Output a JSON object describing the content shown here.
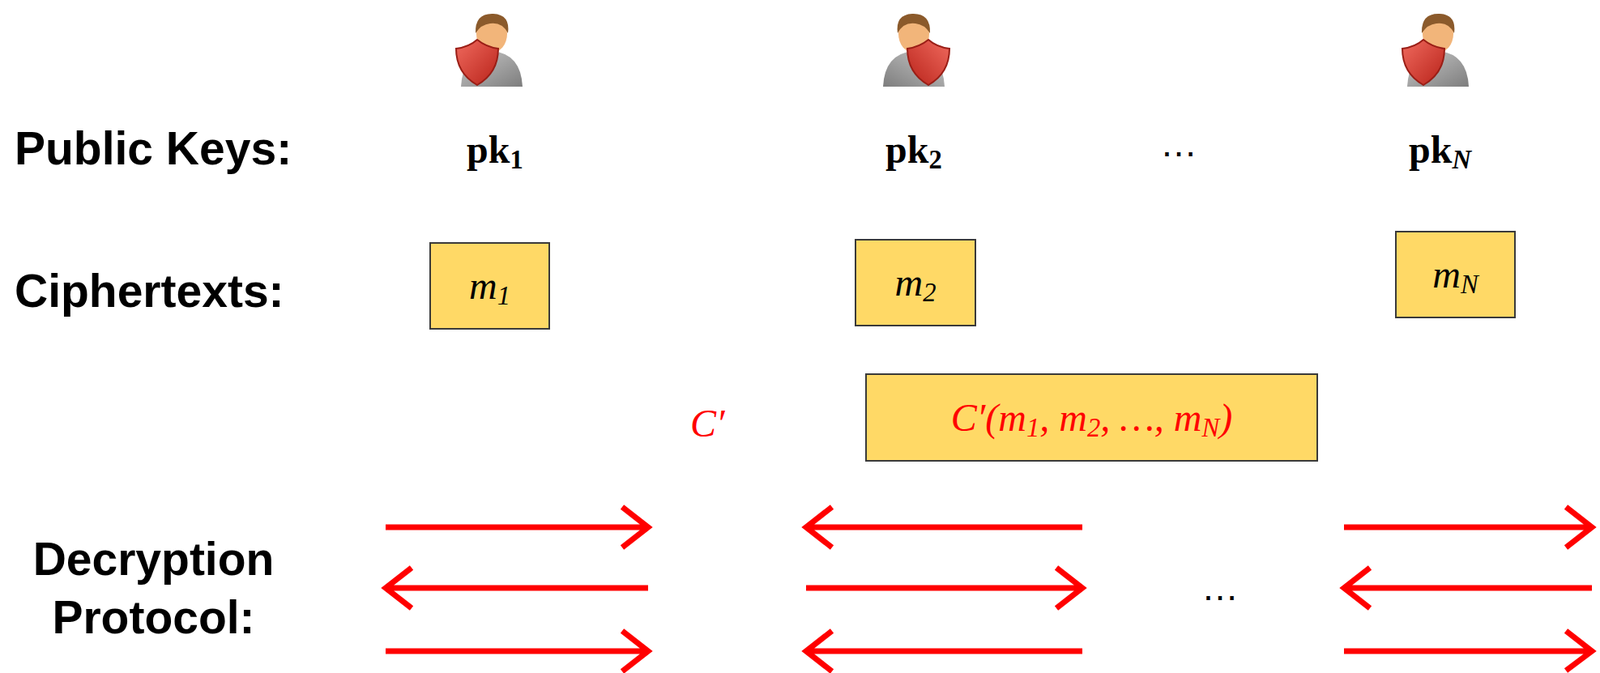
{
  "diagram": {
    "nodes": [
      {
        "text": [
          "m1"
        ]
      },
      {
        "text": [
          "m2"
        ]
      },
      {
        "text": [
          "mN"
        ]
      },
      {
        "text": [
          "C′(m1, m2, …, mN)"
        ]
      }
    ],
    "labels": [
      "Public Keys:",
      "pk1",
      "pk2",
      "…",
      "pkN",
      "Ciphertexts:",
      "C′",
      "Decryption Protocol:",
      "…"
    ]
  }
}
